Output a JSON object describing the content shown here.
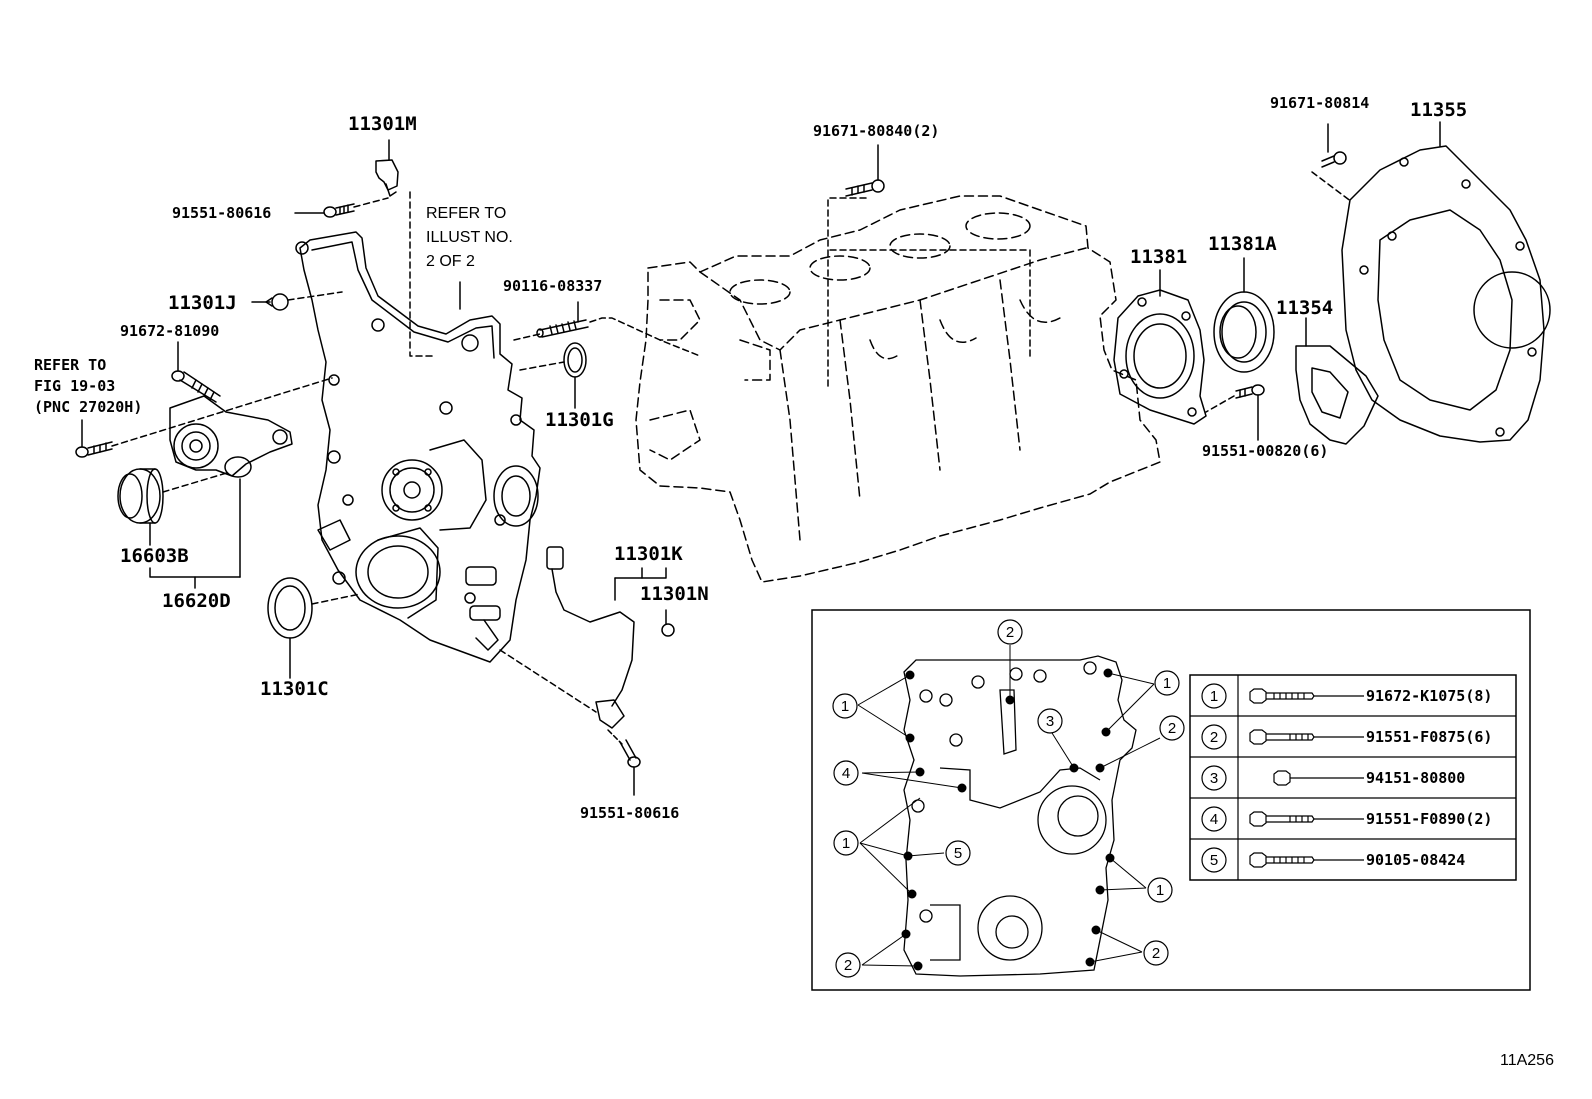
{
  "labels": {
    "p11301M": "11301M",
    "p91551_80616_top": "91551-80616",
    "refer_illust_1": "REFER TO",
    "refer_illust_2": "ILLUST NO.",
    "refer_illust_3": "2 OF 2",
    "p11301J": "11301J",
    "p91672_81090": "91672-81090",
    "refer_fig_1": "REFER TO",
    "refer_fig_2": "FIG 19-03",
    "refer_fig_3": "(PNC 27020H)",
    "p16603B": "16603B",
    "p16620D": "16620D",
    "p11301C": "11301C",
    "p90116_08337": "90116-08337",
    "p11301G": "11301G",
    "p11301K": "11301K",
    "p11301N": "11301N",
    "p91551_80616_bot": "91551-80616",
    "p91671_80840": "91671-80840(2)",
    "p11381": "11381",
    "p11381A": "11381A",
    "p11354": "11354",
    "p91551_00820": "91551-00820(6)",
    "p91671_80814": "91671-80814",
    "p11355": "11355",
    "figure_code": "11A256"
  },
  "inset_callouts": [
    "1",
    "2",
    "3",
    "4",
    "5"
  ],
  "bolt_table": [
    {
      "key": "1",
      "part": "91672-K1075(8)"
    },
    {
      "key": "2",
      "part": "91551-F0875(6)"
    },
    {
      "key": "3",
      "part": "94151-80800"
    },
    {
      "key": "4",
      "part": "91551-F0890(2)"
    },
    {
      "key": "5",
      "part": "90105-08424"
    }
  ]
}
